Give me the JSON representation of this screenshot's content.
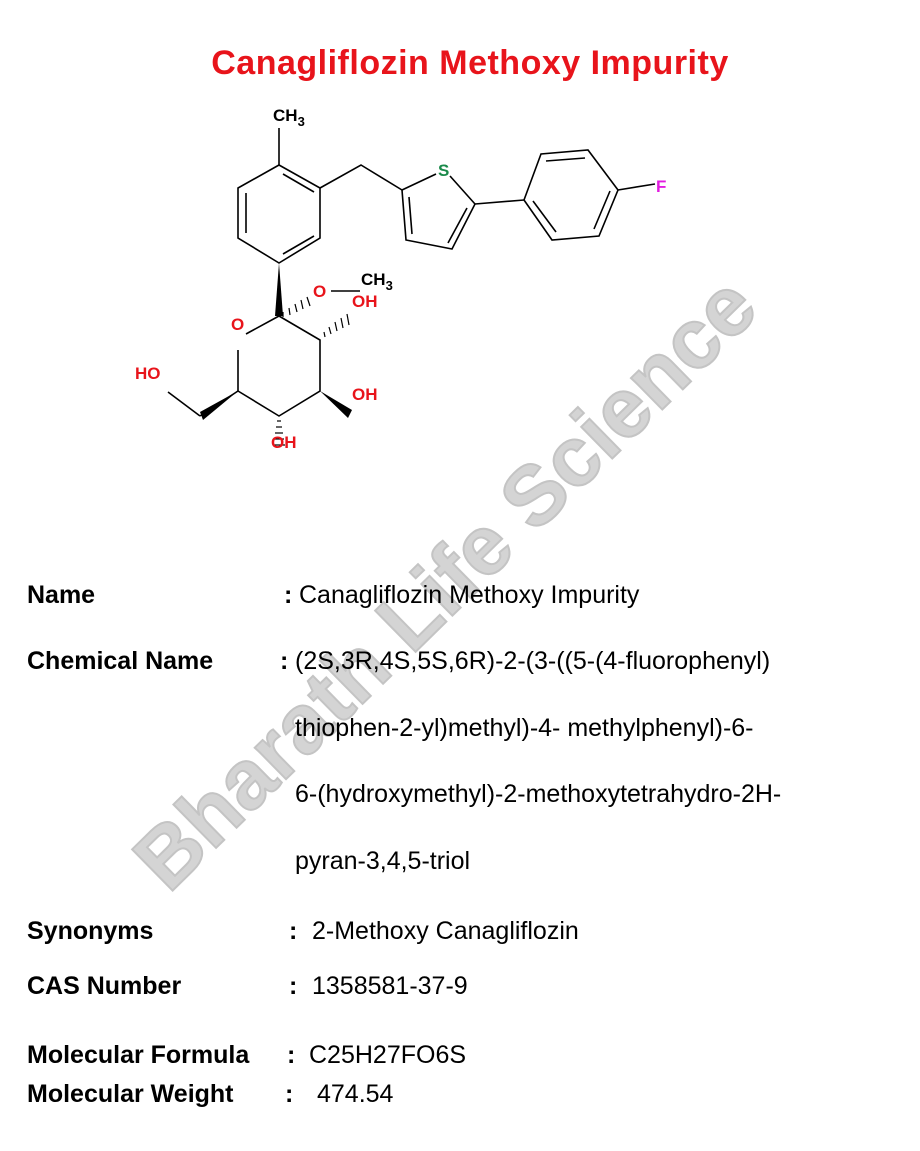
{
  "title": "Canagliflozin Methoxy Impurity",
  "watermark": "Bharath Life Science",
  "structure": {
    "atoms": {
      "ch3_top": "CH3",
      "s": "S",
      "f": "F",
      "o_methoxy": "O",
      "ch3_methoxy": "CH3",
      "o_ring": "O",
      "oh_3": "OH",
      "oh_4": "OH",
      "oh_5": "OH",
      "ho_ch2": "HO"
    },
    "colors": {
      "oxygen": "#e8141b",
      "sulfur": "#1a8a4a",
      "fluorine": "#e21ce0",
      "carbon": "#000000"
    }
  },
  "fields": {
    "name": {
      "label": "Name",
      "colon": ":",
      "value": "Canagliflozin Methoxy  Impurity"
    },
    "chemical_name": {
      "label": "Chemical Name",
      "colon": ":",
      "lines": [
        "(2S,3R,4S,5S,6R)-2-(3-((5-(4-fluorophenyl)",
        "thiophen-2-yl)methyl)-4- methylphenyl)-6-",
        "6-(hydroxymethyl)-2-methoxytetrahydro-2H-",
        "pyran-3,4,5-triol"
      ]
    },
    "synonyms": {
      "label": "Synonyms",
      "colon": ":",
      "value": "2-Methoxy Canagliflozin"
    },
    "cas": {
      "label": "CAS Number",
      "colon": ":",
      "value": "1358581-37-9"
    },
    "formula": {
      "label": "Molecular Formula",
      "colon": ":",
      "value": "C25H27FO6S"
    },
    "weight": {
      "label": "Molecular Weight",
      "colon": ":",
      "value": "474.54"
    }
  }
}
